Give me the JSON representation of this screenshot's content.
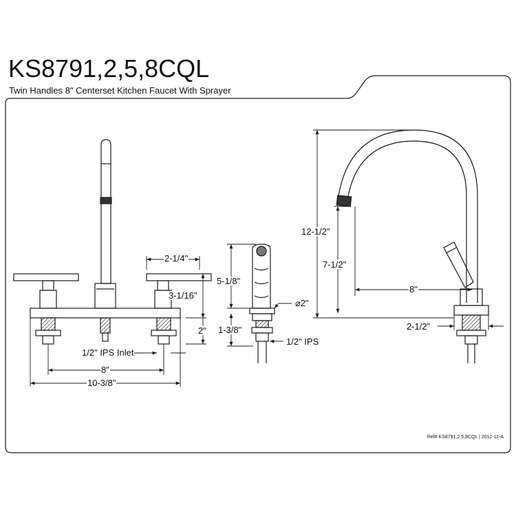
{
  "header": {
    "model": "KS8791,2,5,8CQL",
    "description": "Twin Handles 8\" Centerset Kitchen Faucet With Sprayer"
  },
  "footer": {
    "reference": "Ref# KS8791,2,5,8CQL | 2012-11-A"
  },
  "dimensions": {
    "handle_spacing": "2-1/4\"",
    "handle_height": "3-1/16\"",
    "deck_thickness": "2\"",
    "inlet": "1/2\" IPS Inlet",
    "center_set": "8\"",
    "overall_width": "10-3/8\"",
    "sprayer_length": "5-1/8\"",
    "sprayer_diameter": "⌀2\"",
    "sprayer_base": "1-3/8\"",
    "sprayer_ips": "1/2\" IPS",
    "total_height": "12-1/2\"",
    "spout_clearance": "7-1/2\"",
    "spout_reach": "8\"",
    "base_depth": "2-1/2\""
  },
  "colors": {
    "line": "#1a1a1a",
    "background": "#ffffff"
  }
}
